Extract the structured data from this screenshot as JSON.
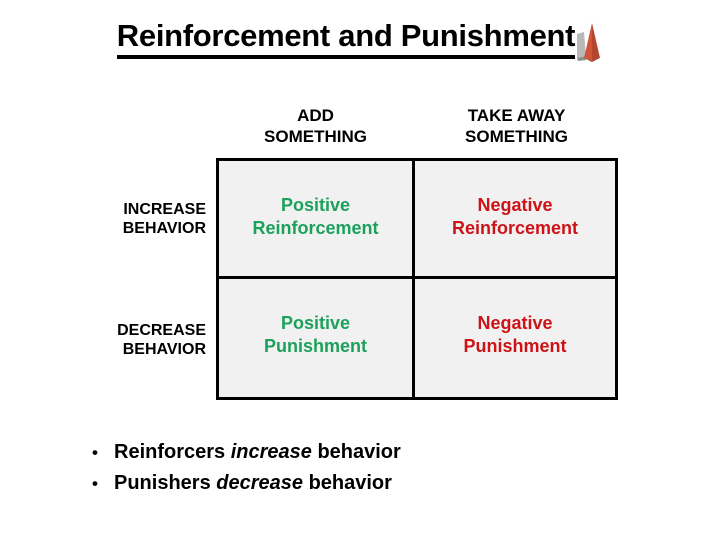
{
  "title": {
    "text": "Reinforcement and Punishment",
    "badge_icon": "pyramid-logo-icon"
  },
  "matrix": {
    "column_headers": [
      {
        "line1": "ADD",
        "line2": "SOMETHING"
      },
      {
        "line1": "TAKE AWAY",
        "line2": "SOMETHING"
      }
    ],
    "row_headers": [
      {
        "line1": "INCREASE",
        "line2": "BEHAVIOR"
      },
      {
        "line1": "DECREASE",
        "line2": "BEHAVIOR"
      }
    ],
    "cells": [
      {
        "line1": "Positive",
        "line2": "Reinforcement",
        "valence": "positive",
        "color": "#1CA15C"
      },
      {
        "line1": "Negative",
        "line2": "Reinforcement",
        "valence": "negative",
        "color": "#CC1418"
      },
      {
        "line1": "Positive",
        "line2": "Punishment",
        "valence": "positive",
        "color": "#1CA15C"
      },
      {
        "line1": "Negative",
        "line2": "Punishment",
        "valence": "negative",
        "color": "#CC1418"
      }
    ]
  },
  "bullets": [
    {
      "marker": "•",
      "prefix": "Reinforcers ",
      "emphasis": "increase",
      "suffix": " behavior"
    },
    {
      "marker": "•",
      "prefix": "Punishers ",
      "emphasis": "decrease",
      "suffix": " behavior"
    }
  ],
  "colors": {
    "positive": "#1CA15C",
    "negative": "#CC1418",
    "cell_background": "#f1f1f1",
    "border": "#000000",
    "badge_red": "#C0392B",
    "badge_gray": "#B3B3B3"
  }
}
